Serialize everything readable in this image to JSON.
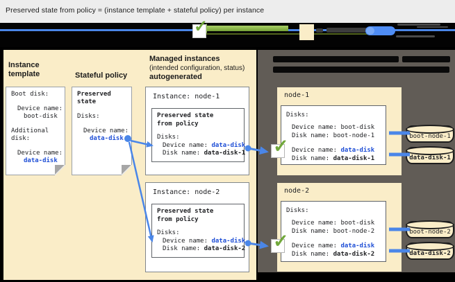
{
  "title": "Preserved state from policy = (instance template + stateful policy) per instance",
  "icons": {
    "check": "✓"
  },
  "legend": {
    "colors": {
      "blue_line": "#4a86e8",
      "green_arrow": "#8bc34a",
      "beige_swatch": "#faedc8",
      "blue_disk": "#4f8df5"
    }
  },
  "instance_template": {
    "heading": "Instance template",
    "boot_label": "Boot disk:",
    "device_label_1": "Device name:",
    "boot_value": "boot-disk",
    "additional_label_1": "Additional",
    "additional_label_2": "disk:",
    "device_label_2": "Device name:",
    "data_value": "data-disk"
  },
  "stateful_policy": {
    "heading": "Stateful policy",
    "card_title": "Preserved state",
    "disks_label": "Disks:",
    "device_label": "Device name:",
    "data_value": "data-disk"
  },
  "managed": {
    "heading_line1": "Managed instances",
    "heading_line2": "(intended configuration, status)",
    "heading_line3": "autogenerated",
    "instances": [
      {
        "title": "Instance: node-1",
        "preserved_title": "Preserved state from policy",
        "disks_label": "Disks:",
        "device_label": "Device name:",
        "device_value": "data-disk",
        "disk_label": "Disk name:",
        "disk_value": "data-disk-1"
      },
      {
        "title": "Instance: node-2",
        "preserved_title": "Preserved state from policy",
        "disks_label": "Disks:",
        "device_label": "Device name:",
        "device_value": "data-disk",
        "disk_label": "Disk name:",
        "disk_value": "data-disk-2"
      }
    ]
  },
  "vm_panel": {
    "nodes": [
      {
        "title": "node-1",
        "disks_label": "Disks:",
        "boot_device_label": "Device name:",
        "boot_device_value": "boot-disk",
        "boot_disk_label": "Disk name:",
        "boot_disk_value": "boot-node-1",
        "data_device_label": "Device name:",
        "data_device_value": "data-disk",
        "data_disk_label": "Disk name:",
        "data_disk_value": "data-disk-1",
        "boot_cylinder_label": "boot-node-1",
        "data_cylinder_label": "data-disk-1"
      },
      {
        "title": "node-2",
        "disks_label": "Disks:",
        "boot_device_label": "Device name:",
        "boot_device_value": "boot-disk",
        "boot_disk_label": "Disk name:",
        "boot_disk_value": "boot-node-2",
        "data_device_label": "Device name:",
        "data_device_value": "data-disk",
        "data_disk_label": "Disk name:",
        "data_disk_value": "data-disk-2",
        "boot_cylinder_label": "boot-node-2",
        "data_cylinder_label": "data-disk-2"
      }
    ]
  },
  "colors": {
    "panel_beige": "#faedc8",
    "panel_dark_gray": "#615c56",
    "header_gray": "#ededed",
    "arrow_blue": "#4a86e8",
    "value_blue": "#1f4fd6",
    "check_green": "#71a83b"
  }
}
